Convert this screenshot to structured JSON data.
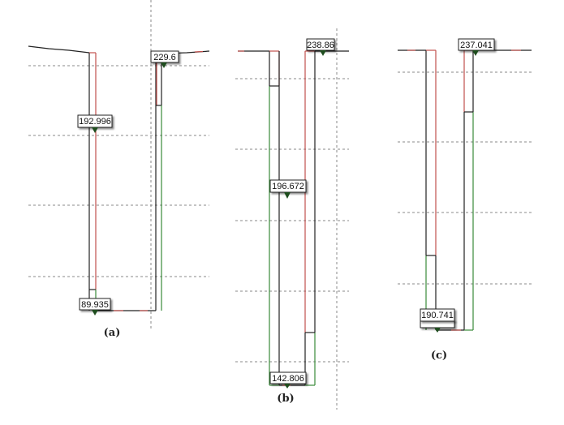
{
  "chart_data": [
    {
      "type": "candlestick",
      "caption": "(a)",
      "annotations": [
        "192.996",
        "229.6",
        "89.935"
      ]
    },
    {
      "type": "candlestick",
      "caption": "(b)",
      "annotations": [
        "238.86",
        "196.672",
        "142.806"
      ]
    },
    {
      "type": "candlestick",
      "caption": "(c)",
      "annotations": [
        "237.041",
        "190.741"
      ]
    }
  ]
}
